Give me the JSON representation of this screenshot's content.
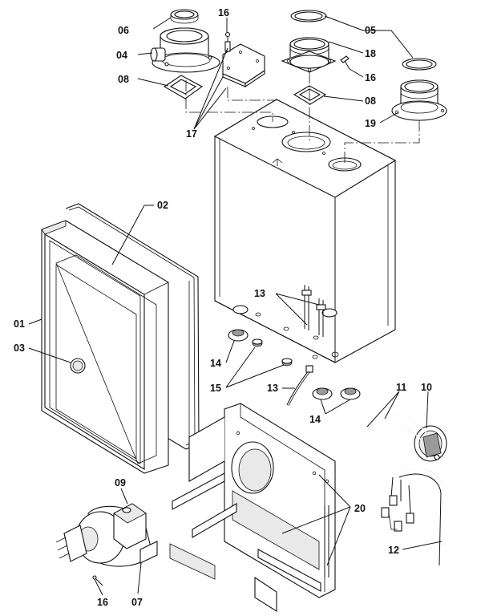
{
  "labels": {
    "p01": "01",
    "p02": "02",
    "p03": "03",
    "p04": "04",
    "p05": "05",
    "p06": "06",
    "p07": "07",
    "p08a": "08",
    "p08b": "08",
    "p09": "09",
    "p10": "10",
    "p11": "11",
    "p12": "12",
    "p13a": "13",
    "p13b": "13",
    "p14a": "14",
    "p14b": "14",
    "p15": "15",
    "p16a": "16",
    "p16b": "16",
    "p16c": "16",
    "p17": "17",
    "p18": "18",
    "p19": "19",
    "p20": "20"
  }
}
